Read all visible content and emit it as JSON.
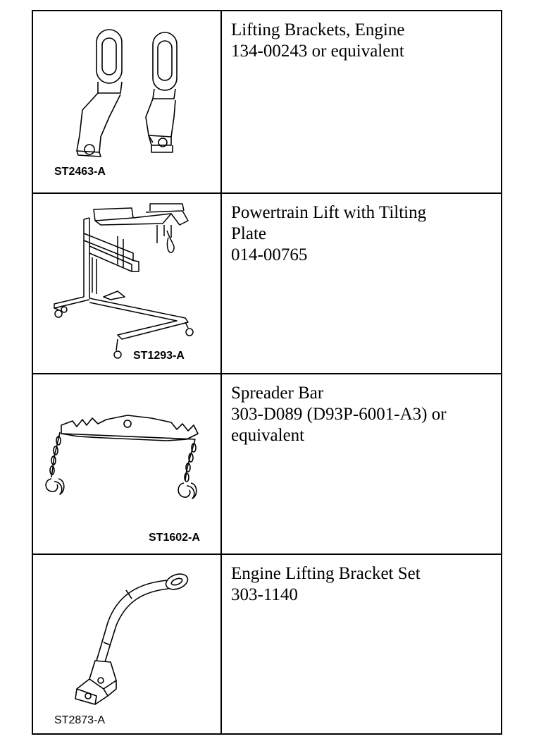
{
  "tools": [
    {
      "figure_code": "ST2463-A",
      "description_lines": [
        "Lifting Brackets, Engine",
        "134-00243 or equivalent"
      ],
      "icon": "lifting-brackets-icon"
    },
    {
      "figure_code": "ST1293-A",
      "description_lines": [
        "Powertrain Lift with Tilting",
        "Plate",
        "014-00765"
      ],
      "icon": "powertrain-lift-icon"
    },
    {
      "figure_code": "ST1602-A",
      "description_lines": [
        "Spreader Bar",
        "303-D089 (D93P-6001-A3) or",
        "equivalent"
      ],
      "icon": "spreader-bar-icon"
    },
    {
      "figure_code": "ST2873-A",
      "description_lines": [
        "Engine Lifting Bracket Set",
        "303-1140"
      ],
      "icon": "lifting-bracket-set-icon"
    }
  ]
}
